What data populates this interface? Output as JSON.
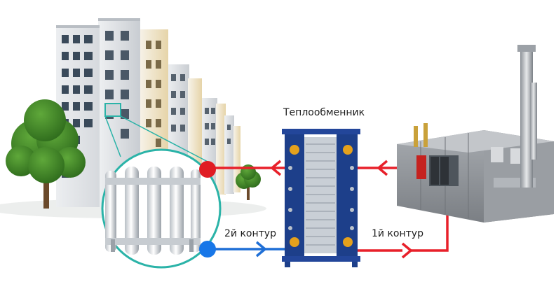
{
  "labels": {
    "heat_exchanger": "Теплообменник",
    "circuit_secondary": "2й контур",
    "circuit_primary": "1й контур"
  },
  "colors": {
    "hot_line": "#e8202a",
    "cold_line": "#1f6fd6",
    "hot_node": "#e01c23",
    "cold_node": "#1877e8",
    "ring": "#2bb3a8",
    "exchanger_body": "#1d3f8a",
    "boiler_house": "#8d9196"
  },
  "icons": [
    "apartment-buildings-icon",
    "tree-icon",
    "radiator-icon",
    "plate-heat-exchanger-icon",
    "boiler-house-icon",
    "chimney-icon",
    "flow-arrow-icon"
  ]
}
